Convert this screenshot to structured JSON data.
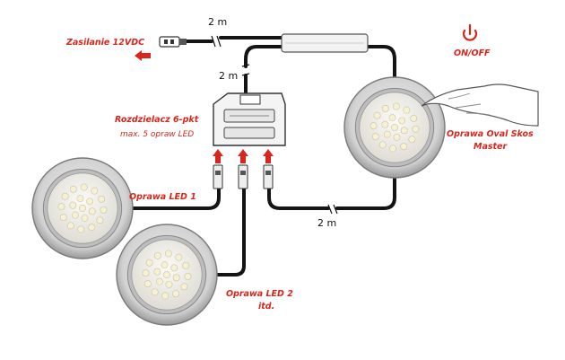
{
  "labels": {
    "power": "Zasilanie 12VDC",
    "distributor": "Rozdzielacz 6-pkt",
    "distributor_note": "max. 5 opraw LED",
    "master_line1": "Oprawa Oval Skos",
    "master_line2": "Master",
    "led1": "Oprawa LED 1",
    "led2_line1": "Oprawa LED 2",
    "led2_line2": "itd.",
    "onoff": "ON/OFF",
    "dim_top": "2 m",
    "dim_mid": "2 m",
    "dim_bottom": "2 m"
  },
  "colors": {
    "accent": "#d9261c",
    "cable": "#141414",
    "fixture_ring": "#c8c8c8",
    "led_face": "#e8e6e0"
  },
  "icons": {
    "power_button": "power-icon",
    "arrow": "arrow-left-icon",
    "connector_arrow": "arrow-up-icon",
    "hand": "hand-pointer-icon"
  }
}
